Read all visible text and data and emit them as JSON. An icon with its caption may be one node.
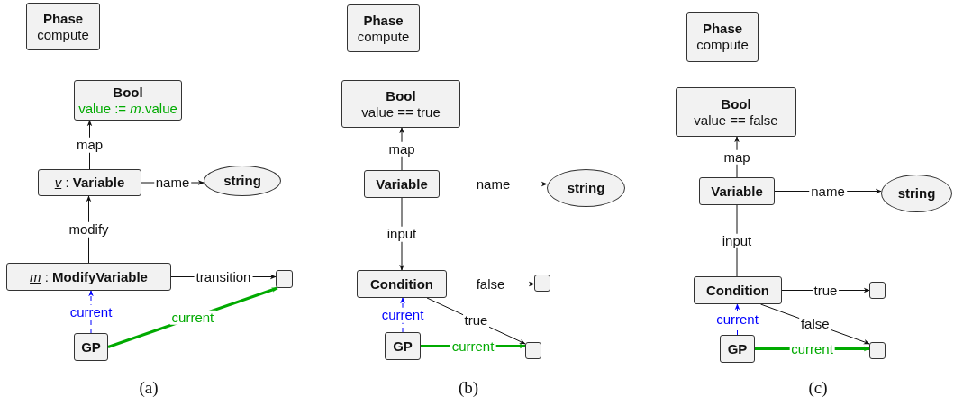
{
  "diagram": {
    "nodes": [
      {
        "text": [
          "Phase",
          "compute"
        ]
      },
      {
        "text": [
          "Bool",
          "value := *m*.value"
        ]
      },
      {
        "text": [
          "*v* : **Variable**"
        ]
      },
      {
        "text": [
          "string"
        ]
      },
      {
        "text": [
          "*m* : **ModifyVariable**"
        ]
      },
      {
        "text": [],
        "shape": "box"
      },
      {
        "text": [
          "GP"
        ]
      },
      {
        "text": [
          "Phase",
          "compute"
        ]
      },
      {
        "text": [
          "Bool",
          "value == true"
        ]
      },
      {
        "text": [
          "Variable"
        ]
      },
      {
        "text": [
          "string"
        ]
      },
      {
        "text": [
          "Condition"
        ]
      },
      {
        "text": [],
        "shape": "box"
      },
      {
        "text": [
          "GP"
        ]
      },
      {
        "text": [],
        "shape": "box"
      },
      {
        "text": [
          "Phase",
          "compute"
        ]
      },
      {
        "text": [
          "Bool",
          "value == false"
        ]
      },
      {
        "text": [
          "Variable"
        ]
      },
      {
        "text": [
          "string"
        ]
      },
      {
        "text": [
          "Condition"
        ]
      },
      {
        "text": [],
        "shape": "box"
      },
      {
        "text": [
          "GP"
        ]
      },
      {
        "text": [],
        "shape": "box"
      }
    ],
    "edges": [
      {
        "from": 2,
        "to": 1,
        "arrow": "to",
        "label": "map"
      },
      {
        "from": 2,
        "to": 3,
        "arrow": "to",
        "label": "name"
      },
      {
        "from": 4,
        "to": 2,
        "arrow": "to",
        "label": "modify"
      },
      {
        "from": 4,
        "to": 5,
        "arrow": "to",
        "label": "transition"
      },
      {
        "from": 6,
        "to": 4,
        "arrow": "to",
        "label": "current",
        "style": "dashed",
        "color": "#0000ff"
      },
      {
        "from": 6,
        "to": 5,
        "arrow": "to",
        "label": "current",
        "style": "thick",
        "color": "#00aa00"
      },
      {
        "from": 9,
        "to": 8,
        "arrow": "to",
        "label": "map"
      },
      {
        "from": 9,
        "to": 10,
        "arrow": "to",
        "label": "name"
      },
      {
        "from": 9,
        "to": 11,
        "arrow": "to",
        "label": "input"
      },
      {
        "from": 11,
        "to": 12,
        "arrow": "to",
        "label": "false"
      },
      {
        "from": 11,
        "to": 14,
        "arrow": "to",
        "label": "true"
      },
      {
        "from": 13,
        "to": 11,
        "arrow": "to",
        "label": "current",
        "style": "dashed",
        "color": "#0000ff"
      },
      {
        "from": 13,
        "to": 14,
        "arrow": "to",
        "label": "current",
        "style": "thick",
        "color": "#00aa00"
      },
      {
        "from": 17,
        "to": 16,
        "arrow": "to",
        "label": "map"
      },
      {
        "from": 17,
        "to": 18,
        "arrow": "to",
        "label": "name"
      },
      {
        "from": 17,
        "to": 19,
        "arrow": "to",
        "label": "input"
      },
      {
        "from": 19,
        "to": 20,
        "arrow": "to",
        "label": "true"
      },
      {
        "from": 19,
        "to": 22,
        "arrow": "to",
        "label": "false"
      },
      {
        "from": 21,
        "to": 19,
        "arrow": "to",
        "label": "current",
        "style": "dashed",
        "color": "#0000ff"
      },
      {
        "from": 21,
        "to": 22,
        "arrow": "to",
        "label": "current",
        "style": "thick",
        "color": "#00aa00"
      }
    ],
    "labels": [
      "(a)",
      "(b)",
      "(c)"
    ]
  }
}
